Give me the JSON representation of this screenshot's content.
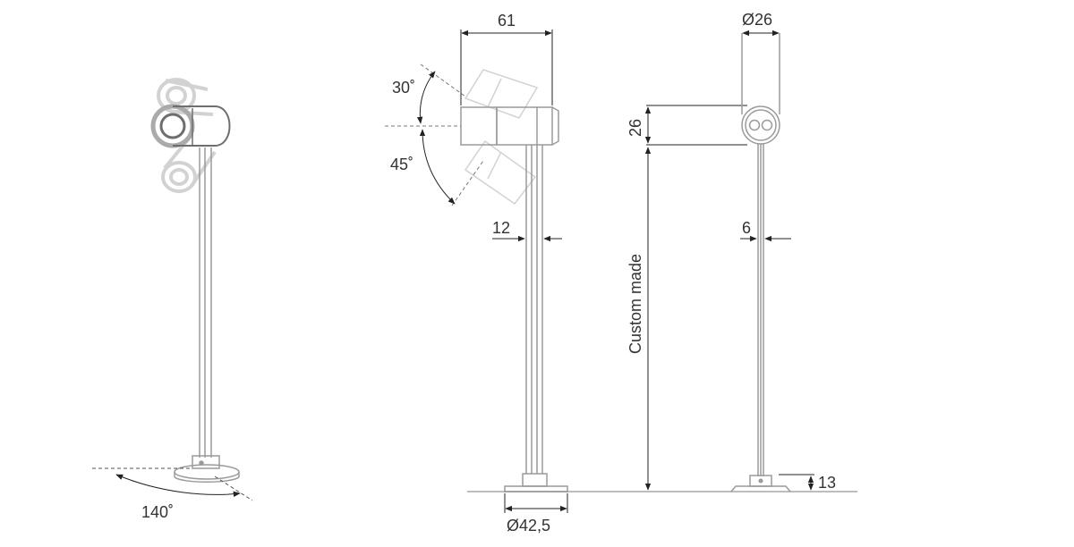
{
  "colors": {
    "outline": "#9a9a9a",
    "outline_dark": "#6e6e6e",
    "ghost": "#d2d2d2",
    "dimension": "#222222",
    "ground": "#bdbdbd",
    "text": "#333333"
  },
  "perspective_view": {
    "rotation_label": "140˚"
  },
  "side_view": {
    "head_width": "61",
    "tilt_up": "30˚",
    "tilt_down": "45˚",
    "tube_width": "12",
    "base_diameter": "Ø42,5"
  },
  "height_dimension": {
    "head_height": "26",
    "post_label": "Custom made"
  },
  "front_view": {
    "head_diameter": "Ø26",
    "post_width": "6",
    "base_height": "13"
  }
}
